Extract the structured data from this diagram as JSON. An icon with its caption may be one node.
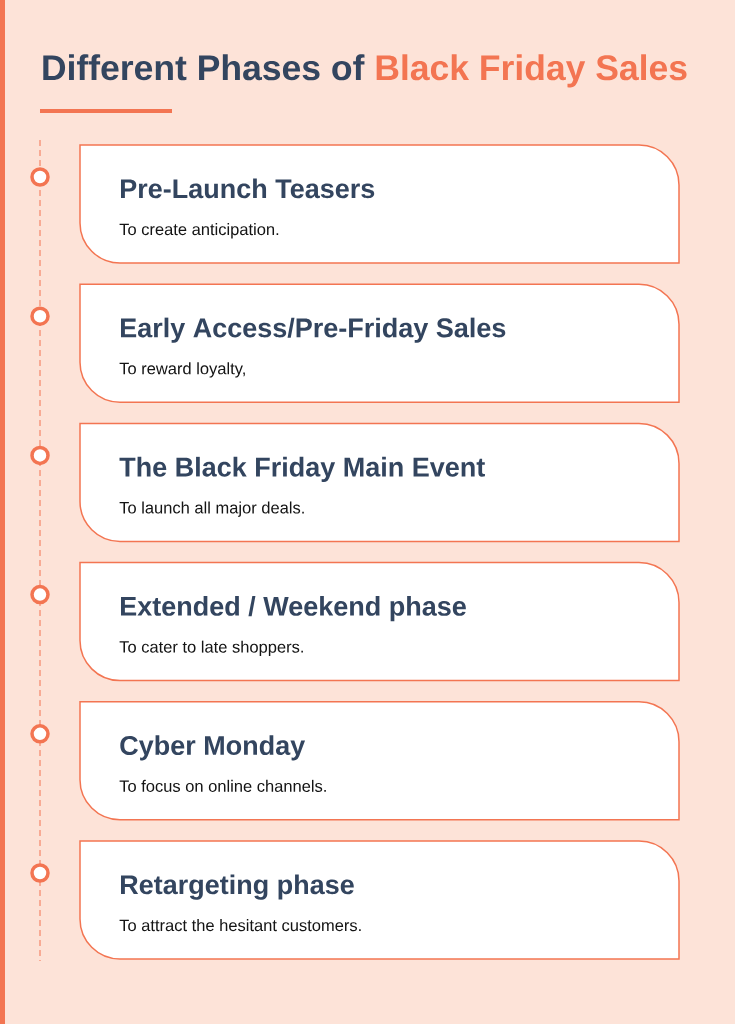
{
  "diagram": {
    "title": "Different Phases of Black Friday Sales",
    "nodes": [
      {
        "text": [
          "Pre-Launch Teasers",
          "To create anticipation."
        ]
      },
      {
        "text": [
          "Early Access/Pre-Friday Sales",
          "To reward loyalty,"
        ]
      },
      {
        "text": [
          "The Black Friday Main Event",
          "To launch all major deals."
        ]
      },
      {
        "text": [
          "Extended / Weekend phase",
          "To cater to late shoppers."
        ]
      },
      {
        "text": [
          "Cyber Monday",
          "To focus on online channels."
        ]
      },
      {
        "text": [
          "Retargeting phase",
          "To attract the hesitant customers."
        ]
      }
    ]
  }
}
